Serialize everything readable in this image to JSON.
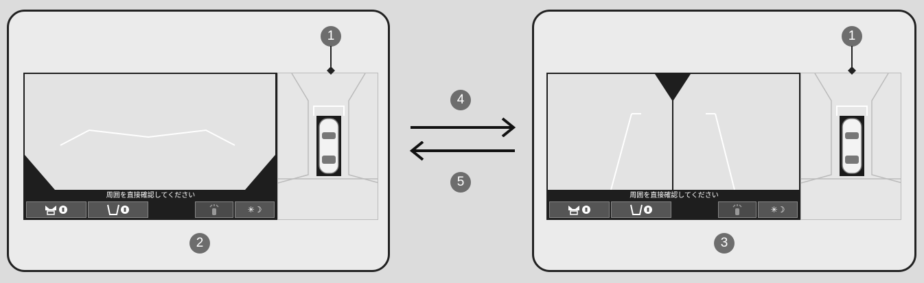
{
  "colors": {
    "background": "#dcdcdc",
    "panel": "#ebebeb",
    "camera_frame": "#1e1e1e",
    "badge": "#6d6d6d",
    "button": "#555555"
  },
  "callouts": {
    "one": "1",
    "two": "2",
    "three": "3",
    "four": "4",
    "five": "5"
  },
  "screen": {
    "message": "周囲を直接確認してください",
    "buttons": [
      {
        "icon": "front-sensor-lock-icon",
        "label": "❣"
      },
      {
        "icon": "rear-sensor-lock-icon",
        "label": ""
      },
      {
        "icon": "parking-sensor-icon",
        "label": ""
      },
      {
        "icon": "day-night-icon",
        "label": "✳☽"
      }
    ]
  },
  "arrows": {
    "forward": "right-arrow",
    "backward": "left-arrow"
  }
}
